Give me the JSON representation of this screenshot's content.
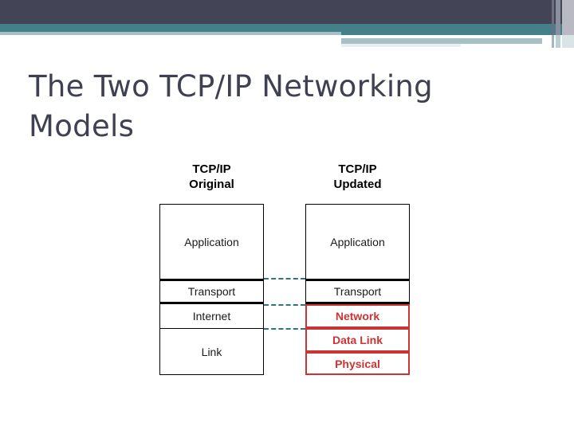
{
  "slide": {
    "title": "The Two TCP/IP Networking Models",
    "colors": {
      "header_dark": "#434455",
      "header_teal": "#448089",
      "header_light": "#a6c0c6",
      "title_text": "#3f4152",
      "layer_red": "#cc3333",
      "layer_black": "#000000",
      "connector_teal": "#2e7383"
    }
  },
  "diagram": {
    "columns": [
      {
        "heading_line1": "TCP/IP",
        "heading_line2": "Original",
        "layers": [
          {
            "label": "Application",
            "style": "black"
          },
          {
            "label": "Transport",
            "style": "black"
          },
          {
            "label": "Internet",
            "style": "black"
          },
          {
            "label": "Link",
            "style": "black"
          }
        ]
      },
      {
        "heading_line1": "TCP/IP",
        "heading_line2": "Updated",
        "layers": [
          {
            "label": "Application",
            "style": "black"
          },
          {
            "label": "Transport",
            "style": "black"
          },
          {
            "label": "Network",
            "style": "red"
          },
          {
            "label": "Data Link",
            "style": "red"
          },
          {
            "label": "Physical",
            "style": "red"
          }
        ]
      }
    ],
    "connectors": [
      {
        "name": "application-transport-boundary"
      },
      {
        "name": "transport-internet-boundary"
      },
      {
        "name": "internet-link-boundary"
      }
    ]
  }
}
